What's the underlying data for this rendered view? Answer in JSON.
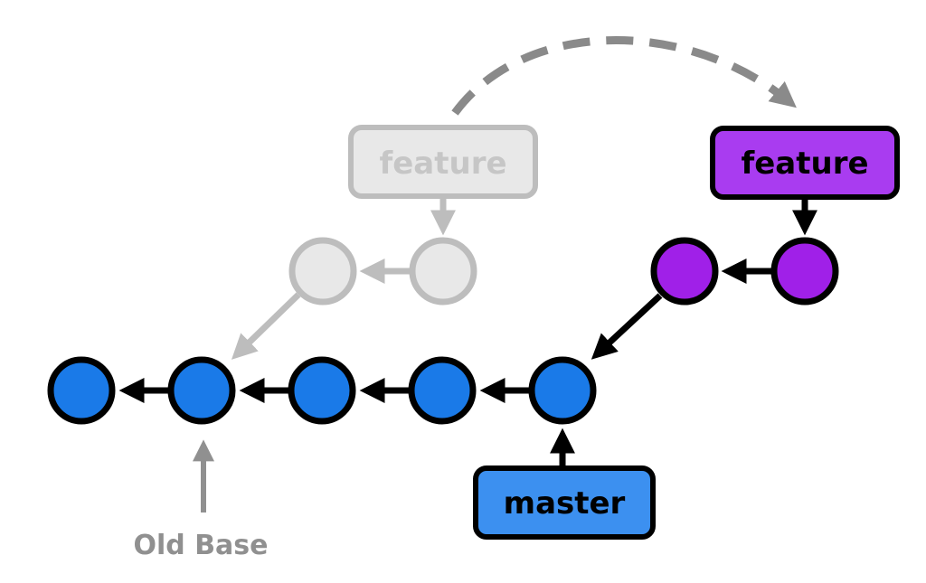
{
  "title": "Git rebase: feature branch moved onto master",
  "colors": {
    "master_fill": "#1a7ae8",
    "master_label_fill": "#3c90f0",
    "feature_fill": "#a020e8",
    "feature_label_fill": "#a93cf0",
    "old_fill": "#e8e8e8",
    "old_stroke": "#bdbdbd",
    "old_text": "#c6c6c6",
    "stroke": "#000000",
    "dashed_arrow": "#8a8a8a",
    "old_base_text": "#909090"
  },
  "labels": {
    "old_feature": "feature",
    "new_feature": "feature",
    "master": "master",
    "old_base": "Old Base"
  },
  "master_commits": 5,
  "old_feature_commits": 2,
  "new_feature_commits": 2
}
